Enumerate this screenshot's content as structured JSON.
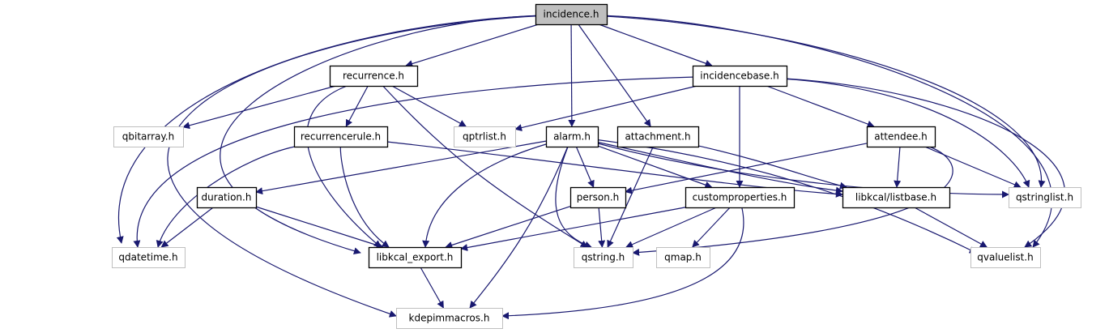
{
  "colors": {
    "edge": "#191970",
    "root_fill": "#bfbfbf",
    "local_border": "#000000",
    "external_border": "#bfbfbf"
  },
  "nodes": [
    {
      "id": "incidence",
      "label": "incidence.h",
      "kind": "root"
    },
    {
      "id": "recurrence",
      "label": "recurrence.h",
      "kind": "local"
    },
    {
      "id": "incidencebase",
      "label": "incidencebase.h",
      "kind": "local"
    },
    {
      "id": "qbitarray",
      "label": "qbitarray.h",
      "kind": "external"
    },
    {
      "id": "qptrlist",
      "label": "qptrlist.h",
      "kind": "external"
    },
    {
      "id": "recurrencerule",
      "label": "recurrencerule.h",
      "kind": "local"
    },
    {
      "id": "alarm",
      "label": "alarm.h",
      "kind": "local"
    },
    {
      "id": "attachment",
      "label": "attachment.h",
      "kind": "local"
    },
    {
      "id": "attendee",
      "label": "attendee.h",
      "kind": "local"
    },
    {
      "id": "duration",
      "label": "duration.h",
      "kind": "local"
    },
    {
      "id": "person",
      "label": "person.h",
      "kind": "local"
    },
    {
      "id": "customproperties",
      "label": "customproperties.h",
      "kind": "local"
    },
    {
      "id": "listbase",
      "label": "libkcal/listbase.h",
      "kind": "local"
    },
    {
      "id": "qstringlist",
      "label": "qstringlist.h",
      "kind": "external"
    },
    {
      "id": "qdatetime",
      "label": "qdatetime.h",
      "kind": "external"
    },
    {
      "id": "libkcal_export",
      "label": "libkcal_export.h",
      "kind": "local"
    },
    {
      "id": "qstring",
      "label": "qstring.h",
      "kind": "external"
    },
    {
      "id": "qmap",
      "label": "qmap.h",
      "kind": "external"
    },
    {
      "id": "qvaluelist",
      "label": "qvaluelist.h",
      "kind": "external"
    },
    {
      "id": "kdepimmacros",
      "label": "kdepimmacros.h",
      "kind": "external"
    }
  ],
  "edges": [
    [
      "incidence",
      "recurrence"
    ],
    [
      "incidence",
      "incidencebase"
    ],
    [
      "incidence",
      "alarm"
    ],
    [
      "incidence",
      "attachment"
    ],
    [
      "incidence",
      "qdatetime"
    ],
    [
      "incidence",
      "libkcal_export"
    ],
    [
      "incidence",
      "kdepimmacros"
    ],
    [
      "incidence",
      "qstringlist"
    ],
    [
      "incidence",
      "qvaluelist"
    ],
    [
      "recurrence",
      "qbitarray"
    ],
    [
      "recurrence",
      "qptrlist"
    ],
    [
      "recurrence",
      "recurrencerule"
    ],
    [
      "recurrence",
      "libkcal_export"
    ],
    [
      "recurrence",
      "qstring"
    ],
    [
      "incidencebase",
      "qptrlist"
    ],
    [
      "incidencebase",
      "qdatetime"
    ],
    [
      "incidencebase",
      "customproperties"
    ],
    [
      "incidencebase",
      "attendee"
    ],
    [
      "incidencebase",
      "qstringlist"
    ],
    [
      "incidencebase",
      "qvaluelist"
    ],
    [
      "recurrencerule",
      "qdatetime"
    ],
    [
      "recurrencerule",
      "libkcal_export"
    ],
    [
      "recurrencerule",
      "listbase"
    ],
    [
      "alarm",
      "duration"
    ],
    [
      "alarm",
      "libkcal_export"
    ],
    [
      "alarm",
      "person"
    ],
    [
      "alarm",
      "customproperties"
    ],
    [
      "alarm",
      "kdepimmacros"
    ],
    [
      "alarm",
      "qstring"
    ],
    [
      "alarm",
      "listbase"
    ],
    [
      "alarm",
      "qvaluelist"
    ],
    [
      "alarm",
      "qstringlist"
    ],
    [
      "attachment",
      "qstring"
    ],
    [
      "attachment",
      "listbase"
    ],
    [
      "attendee",
      "person"
    ],
    [
      "attendee",
      "listbase"
    ],
    [
      "attendee",
      "qstringlist"
    ],
    [
      "attendee",
      "qstring"
    ],
    [
      "duration",
      "qdatetime"
    ],
    [
      "duration",
      "libkcal_export"
    ],
    [
      "person",
      "libkcal_export"
    ],
    [
      "person",
      "qstring"
    ],
    [
      "customproperties",
      "libkcal_export"
    ],
    [
      "customproperties",
      "qstring"
    ],
    [
      "customproperties",
      "qmap"
    ],
    [
      "customproperties",
      "kdepimmacros"
    ],
    [
      "listbase",
      "qvaluelist"
    ],
    [
      "libkcal_export",
      "kdepimmacros"
    ]
  ]
}
